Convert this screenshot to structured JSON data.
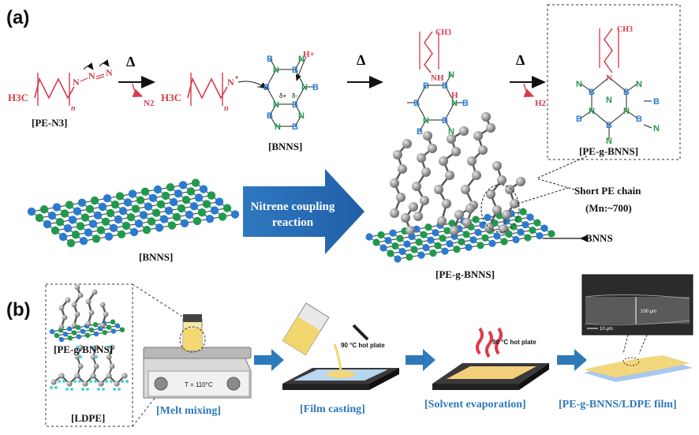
{
  "panels": {
    "a": "(a)",
    "b": "(b)"
  },
  "scheme": {
    "delta": "Δ",
    "h3c": "H3C",
    "n_sub": "n",
    "azide_label": "[PE-N3]",
    "n2": "N2",
    "h2": "H2",
    "hplus": "H+",
    "ch3": "CH3",
    "nh": "NH",
    "bnns_label": "[BNNS]",
    "pegbnns_label": "[PE-g-BNNS]",
    "b": "B",
    "n": "N",
    "h": "H",
    "delta_plus": "δ+",
    "delta_minus": "δ-"
  },
  "middle": {
    "bnns_sheet_label": "[BNNS]",
    "arrow_text_1": "Nitrene coupling",
    "arrow_text_2": "reaction",
    "peg_label": "[PE-g-BNNS]",
    "short_chain_1": "Short PE chain",
    "short_chain_2": "(Mn:~700)",
    "bnns_pointer": "BNNS"
  },
  "process": {
    "left_top_label": "[PE-g-BNNS]",
    "left_bottom_label": "[LDPE]",
    "hotplate_temp": "T = 110°C",
    "hotplate_1": "90 °C hot plate",
    "hotplate_2": "90 °C hot plate",
    "sem_scale_1": "100 μm",
    "sem_scale_2": "10 μm",
    "steps": [
      "[Melt mixing]",
      "[Film casting]",
      "[Solvent evaporation]",
      "[PE-g-BNNS/LDPE film]"
    ]
  },
  "colors": {
    "accent": "#2e79b9",
    "boron": "#2a7bd0",
    "nitrogen": "#1f9a4d",
    "red": "#d43b4c"
  }
}
